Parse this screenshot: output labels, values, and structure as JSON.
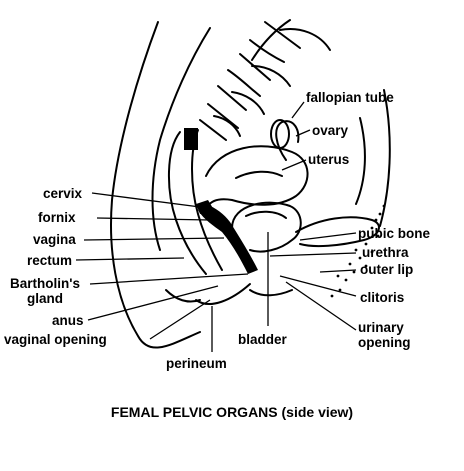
{
  "labels": {
    "fallopian_tube": "fallopian tube",
    "ovary": "ovary",
    "uterus": "uterus",
    "cervix": "cervix",
    "fornix": "fornix",
    "vagina": "vagina",
    "rectum": "rectum",
    "bartholins_gland_1": "Bartholin's",
    "bartholins_gland_2": "gland",
    "anus": "anus",
    "vaginal_opening": "vaginal opening",
    "perineum": "perineum",
    "bladder": "bladder",
    "pubic_bone": "pubic bone",
    "urethra": "urethra",
    "outer_lip": "outer lip",
    "clitoris": "clitoris",
    "urinary_opening_1": "urinary",
    "urinary_opening_2": "opening"
  },
  "caption": "FEMAL PELVIC ORGANS (side view)"
}
